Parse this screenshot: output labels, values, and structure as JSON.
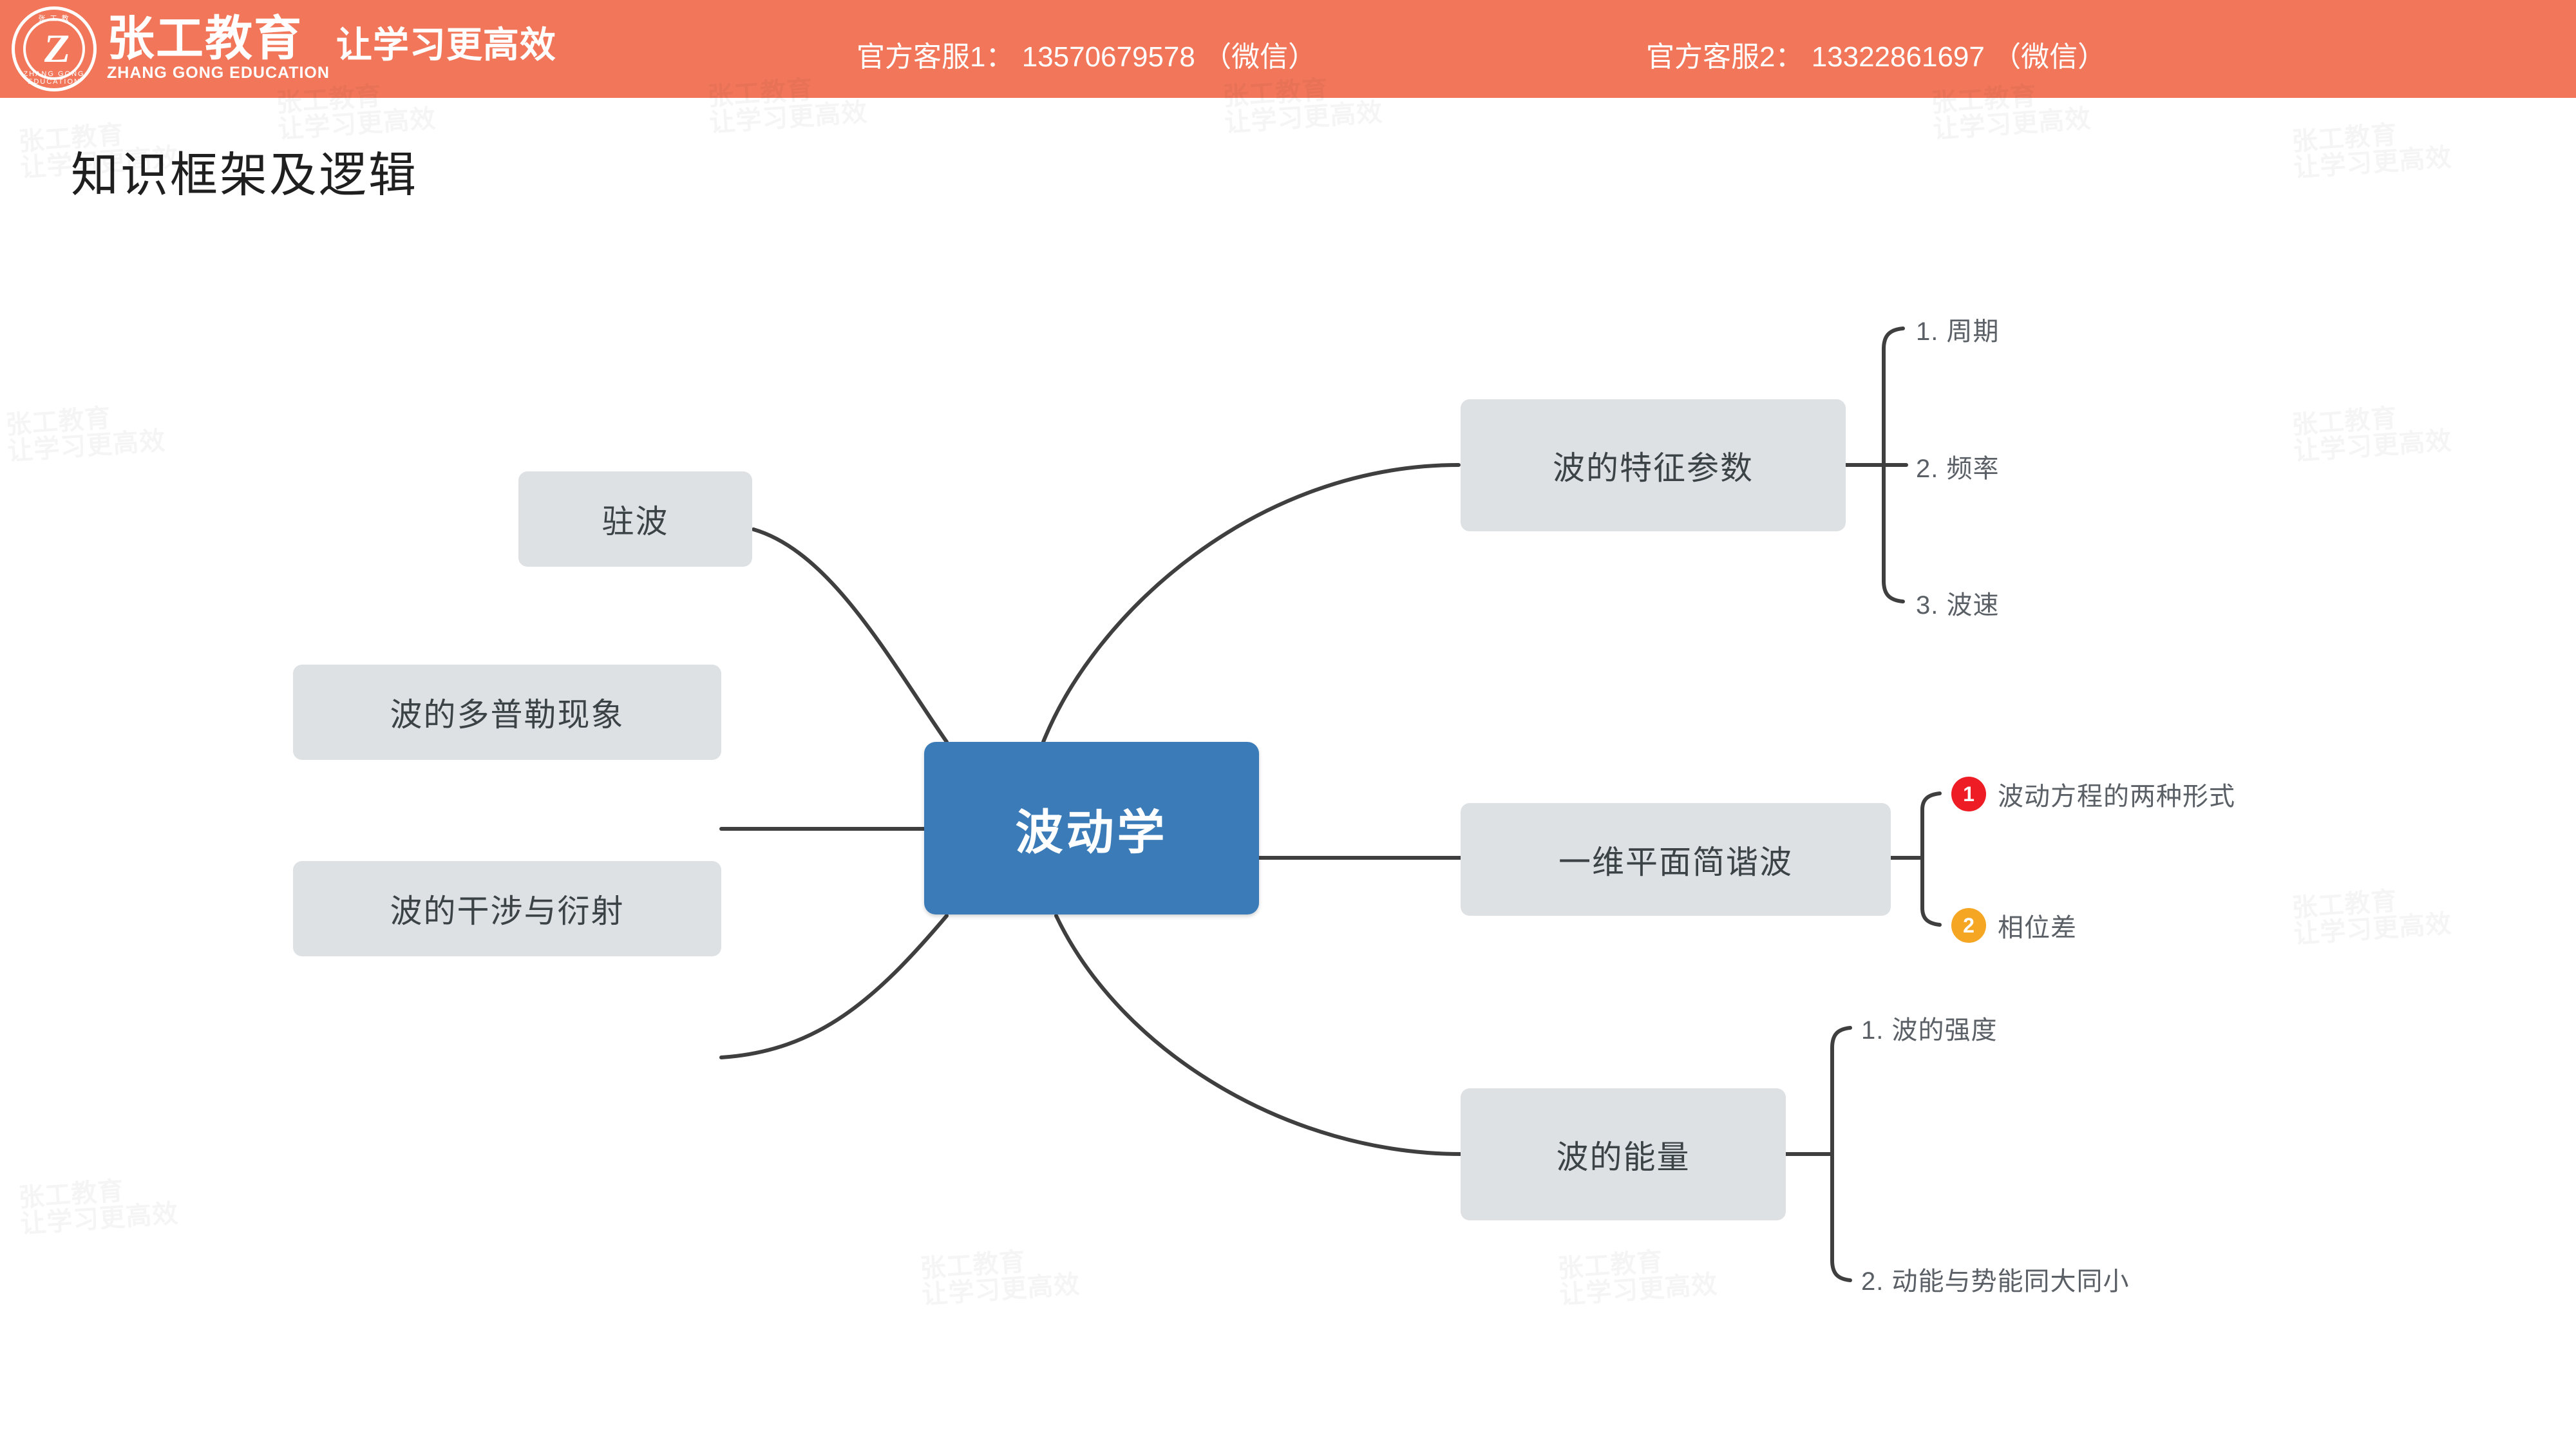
{
  "header": {
    "logo": {
      "mark_letter": "Z",
      "ring_top": "张 工 教",
      "ring_bottom": "ZHANG  GONG  EDUCATION",
      "brand_cn": "张工教育",
      "brand_en": "ZHANG GONG EDUCATION",
      "slogan": "让学习更高效"
    },
    "contact_1": "官方客服1： 13570679578 （微信）",
    "contact_2": "官方客服2： 13322861697 （微信）",
    "bar_color": "#f2775a"
  },
  "page_title": "知识框架及逻辑",
  "mindmap": {
    "root": {
      "label": "波动学",
      "fill": "#3b7cb8",
      "text_color": "#ffffff"
    },
    "branch_fill": "#dde1e3",
    "branch_text_color": "#3c4347",
    "left_branches": [
      {
        "label": "驻波"
      },
      {
        "label": "波的多普勒现象"
      },
      {
        "label": "波的干涉与衍射"
      }
    ],
    "right_branches": [
      {
        "label": "波的特征参数",
        "children": [
          {
            "label": "1. 周期"
          },
          {
            "label": "2. 频率"
          },
          {
            "label": "3. 波速"
          }
        ]
      },
      {
        "label": "一维平面简谐波",
        "children": [
          {
            "badge": "1",
            "badge_color": "#ee1c25",
            "label": "波动方程的两种形式"
          },
          {
            "badge": "2",
            "badge_color": "#f5a623",
            "label": "相位差"
          }
        ]
      },
      {
        "label": "波的能量",
        "children": [
          {
            "label": "1. 波的强度"
          },
          {
            "label": "2. 动能与势能同大同小"
          }
        ]
      }
    ],
    "connector_color": "#3f3f3f"
  },
  "watermark": {
    "line1": "张工教育",
    "line2": "让学习更高效"
  }
}
